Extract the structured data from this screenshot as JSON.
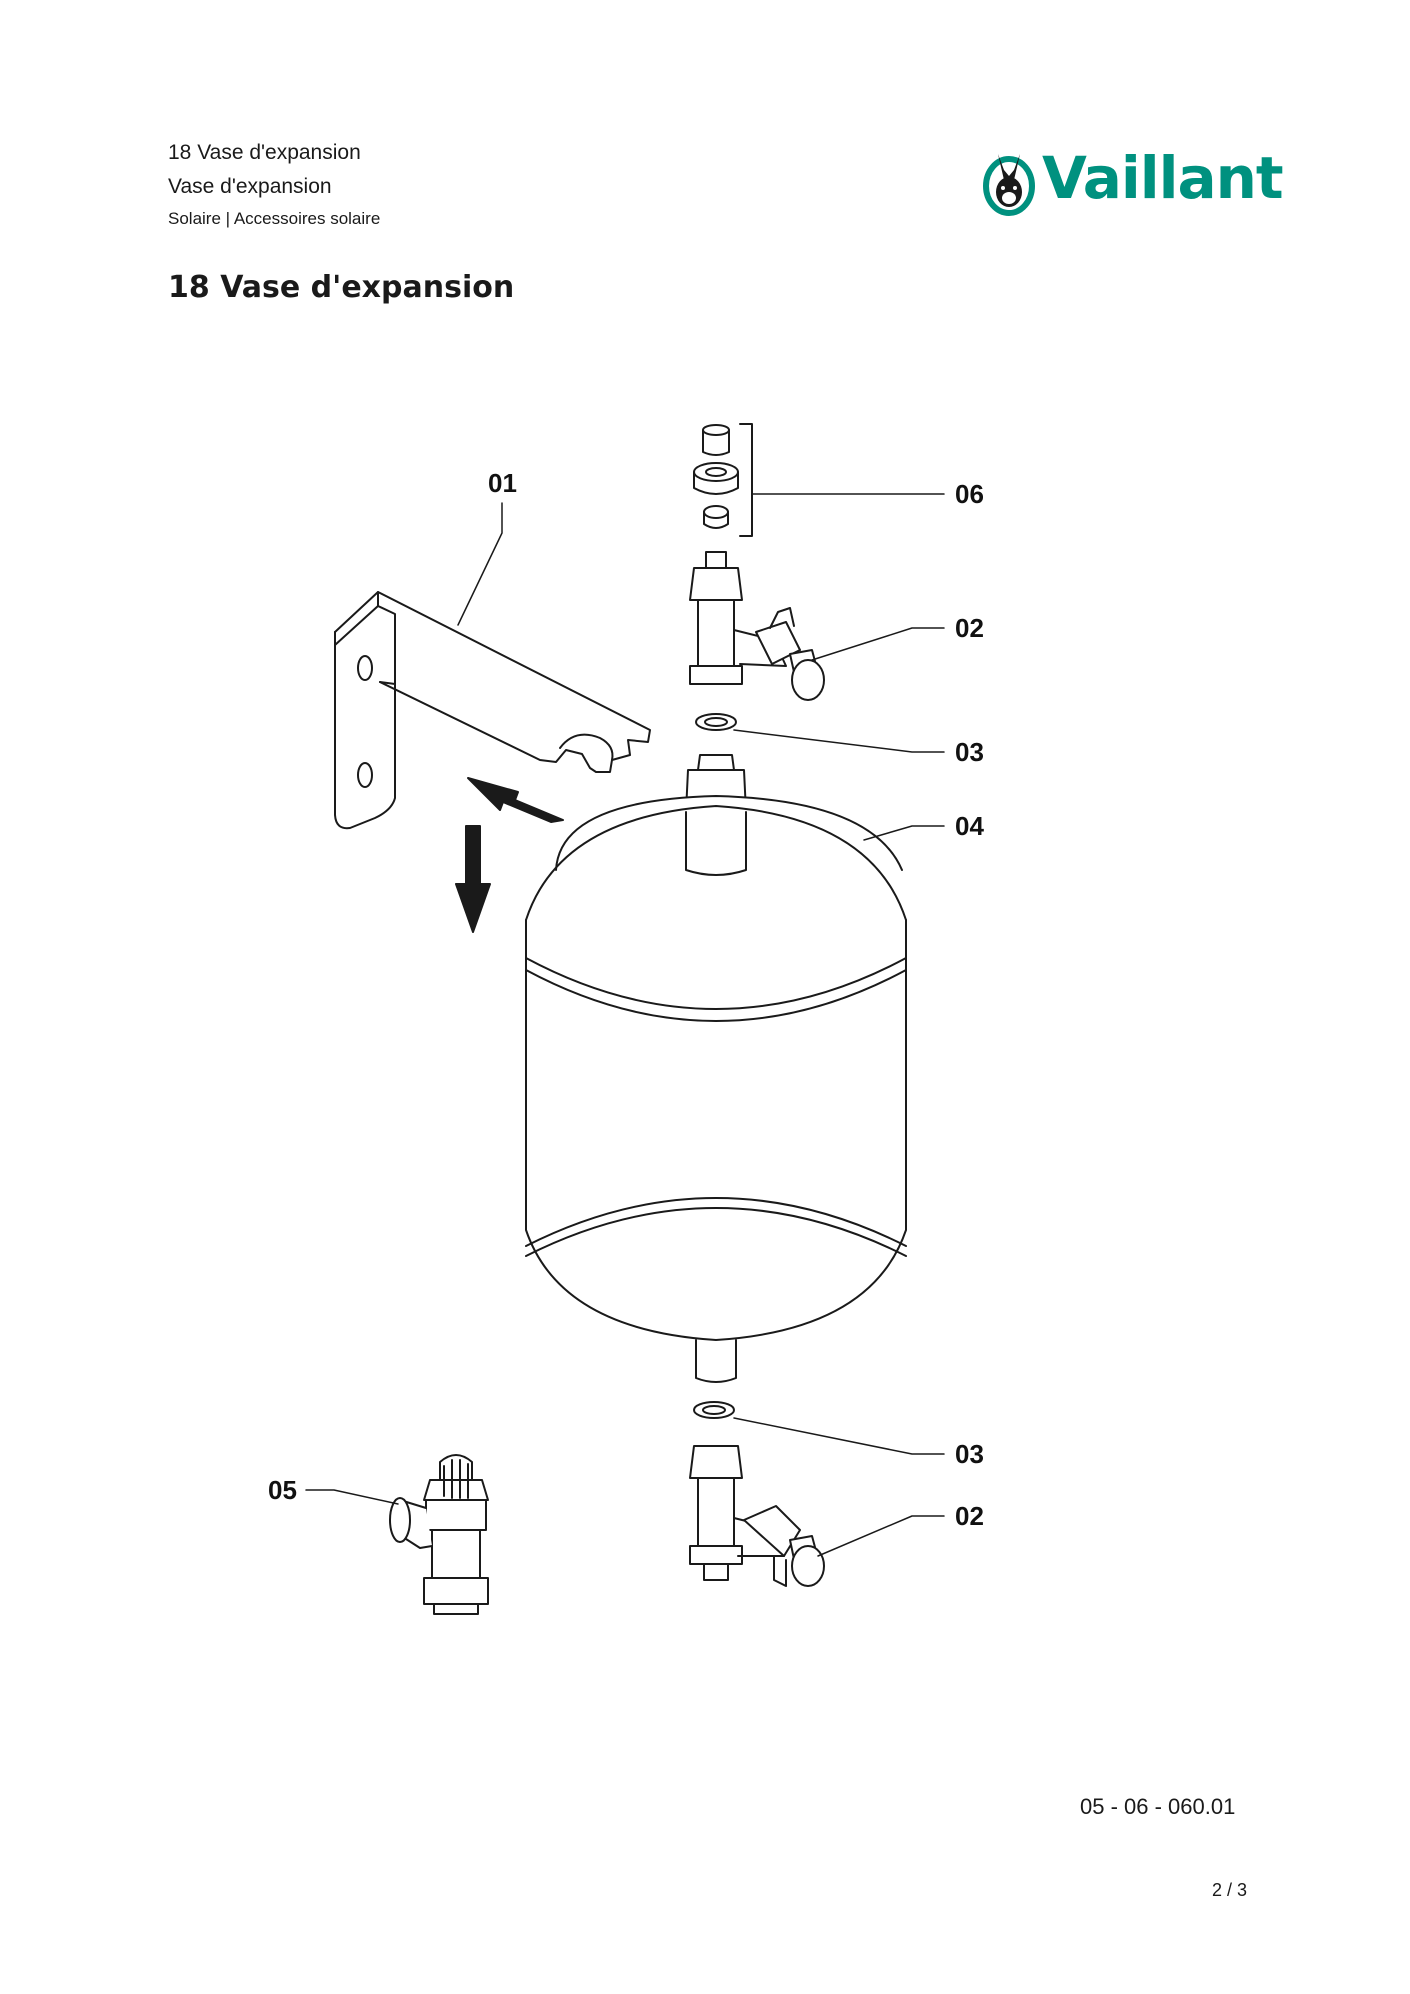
{
  "header": {
    "line1": "18 Vase d'expansion",
    "line2": "Vase d'expansion",
    "line3": "Solaire | Accessoires solaire"
  },
  "logo": {
    "text": "Vaillant",
    "icon": "vaillant-rabbit-icon",
    "color": "#00917f"
  },
  "page_title": "18 Vase d'expansion",
  "callouts": {
    "c01": "01",
    "c02_top": "02",
    "c02_bottom": "02",
    "c03_top": "03",
    "c03_bottom": "03",
    "c04": "04",
    "c05": "05",
    "c06": "06"
  },
  "drawing_code": "05 - 06 - 060.01",
  "page_number": "2 / 3"
}
